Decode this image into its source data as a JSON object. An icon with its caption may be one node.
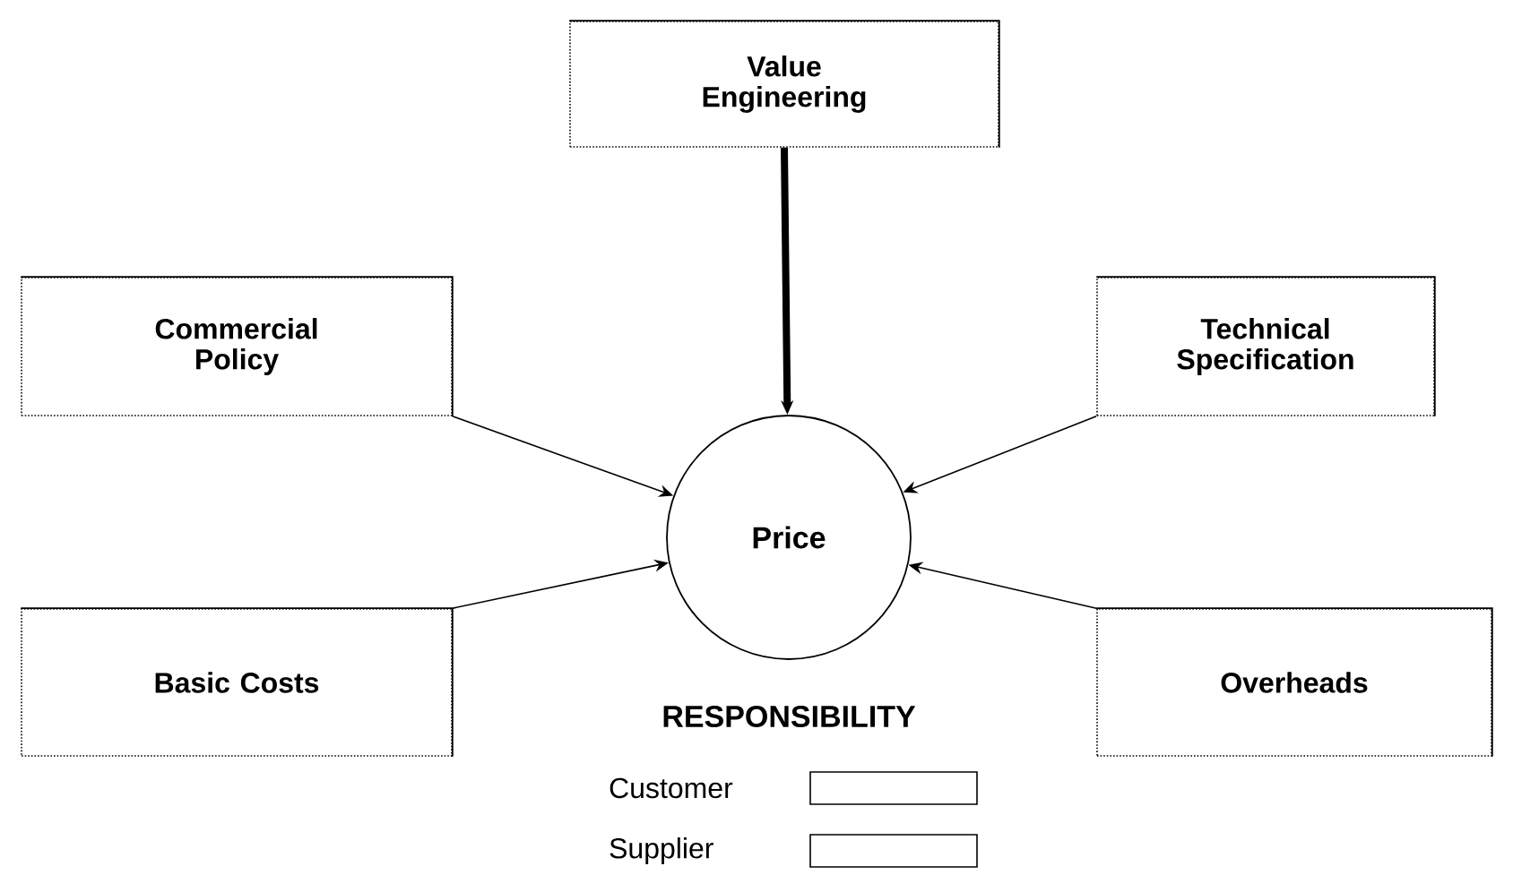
{
  "diagram": {
    "nodes": [
      {
        "text": [
          "Value Engineering"
        ]
      },
      {
        "text": [
          "Commercial Policy"
        ]
      },
      {
        "text": [
          "Technical Specification"
        ]
      },
      {
        "text": [
          "Price"
        ]
      },
      {
        "text": [
          "Basic Costs"
        ]
      },
      {
        "text": [
          "Overheads"
        ]
      }
    ],
    "edges": [
      {
        "from": 0,
        "to": 3,
        "arrow": "to",
        "style": "thick"
      },
      {
        "from": 1,
        "to": 3,
        "arrow": "to"
      },
      {
        "from": 2,
        "to": 3,
        "arrow": "to"
      },
      {
        "from": 4,
        "to": 3,
        "arrow": "to"
      },
      {
        "from": 5,
        "to": 3,
        "arrow": "to"
      }
    ],
    "labels": [
      "RESPONSIBILITY"
    ],
    "legend": [
      {
        "text": "Customer"
      },
      {
        "text": "Supplier"
      }
    ]
  }
}
